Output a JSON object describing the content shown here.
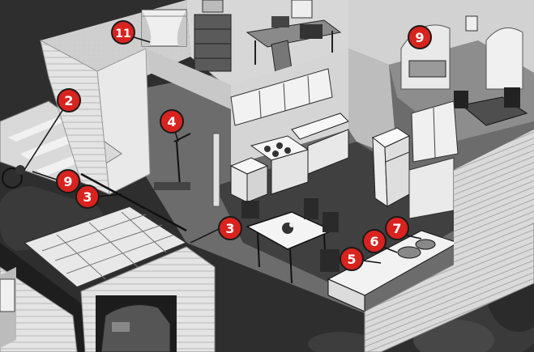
{
  "colors": {
    "callout_fill": "#d8231f",
    "callout_stroke": "#1a1a1a",
    "callout_text": "#ffffff",
    "background": "#2a2a2a"
  },
  "callouts": [
    {
      "label": "11"
    },
    {
      "label": "2"
    },
    {
      "label": "4"
    },
    {
      "label": "9"
    },
    {
      "label": "9"
    },
    {
      "label": "3"
    },
    {
      "label": "3"
    },
    {
      "label": "7"
    },
    {
      "label": "6"
    },
    {
      "label": "5"
    }
  ]
}
